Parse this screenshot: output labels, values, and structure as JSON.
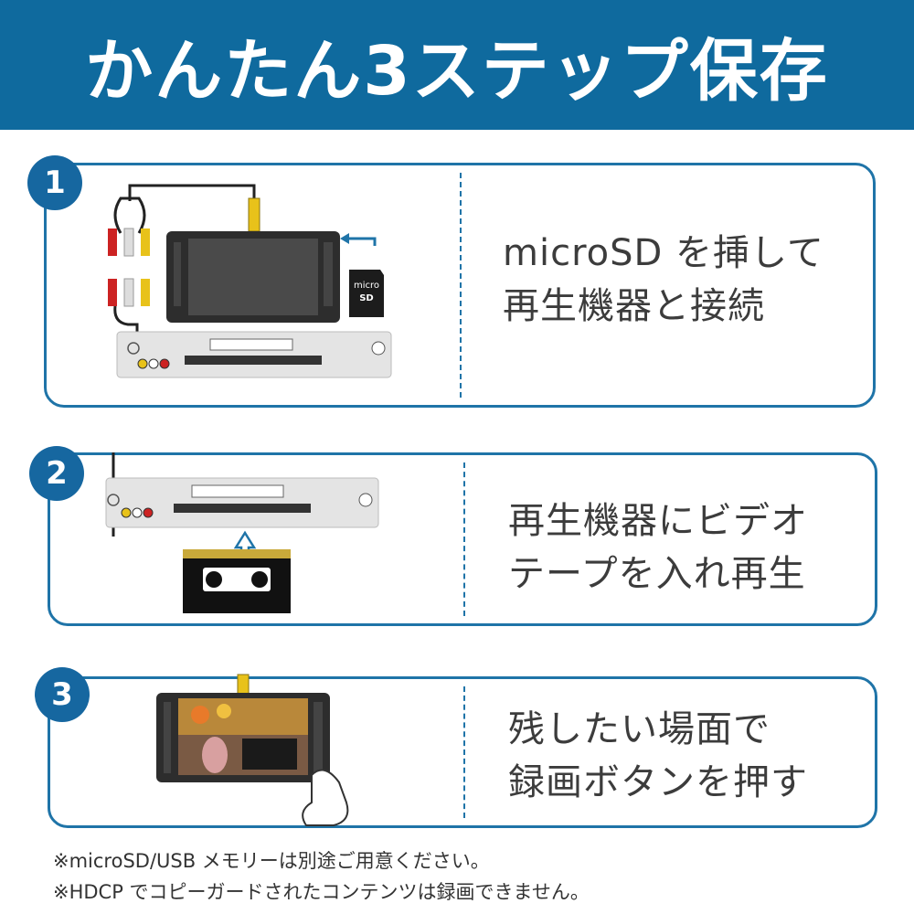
{
  "header": {
    "title": "かんたん3ステップ保存"
  },
  "steps": [
    {
      "number": "1",
      "lines": [
        "microSD を挿して",
        "再生機器と接続"
      ],
      "card_label": "micro",
      "card_label2": "SD"
    },
    {
      "number": "2",
      "lines": [
        "再生機器にビデオ",
        "テープを入れ再生"
      ]
    },
    {
      "number": "3",
      "lines": [
        "残したい場面で",
        "録画ボタンを押す"
      ]
    }
  ],
  "notes": [
    "※microSD/USB メモリーは別途ご用意ください。",
    "※HDCP でコピーガードされたコンテンツは録画できません。"
  ],
  "colors": {
    "brand": "#0f6a9e",
    "border": "#1f74a8",
    "badge": "#1667a0"
  }
}
